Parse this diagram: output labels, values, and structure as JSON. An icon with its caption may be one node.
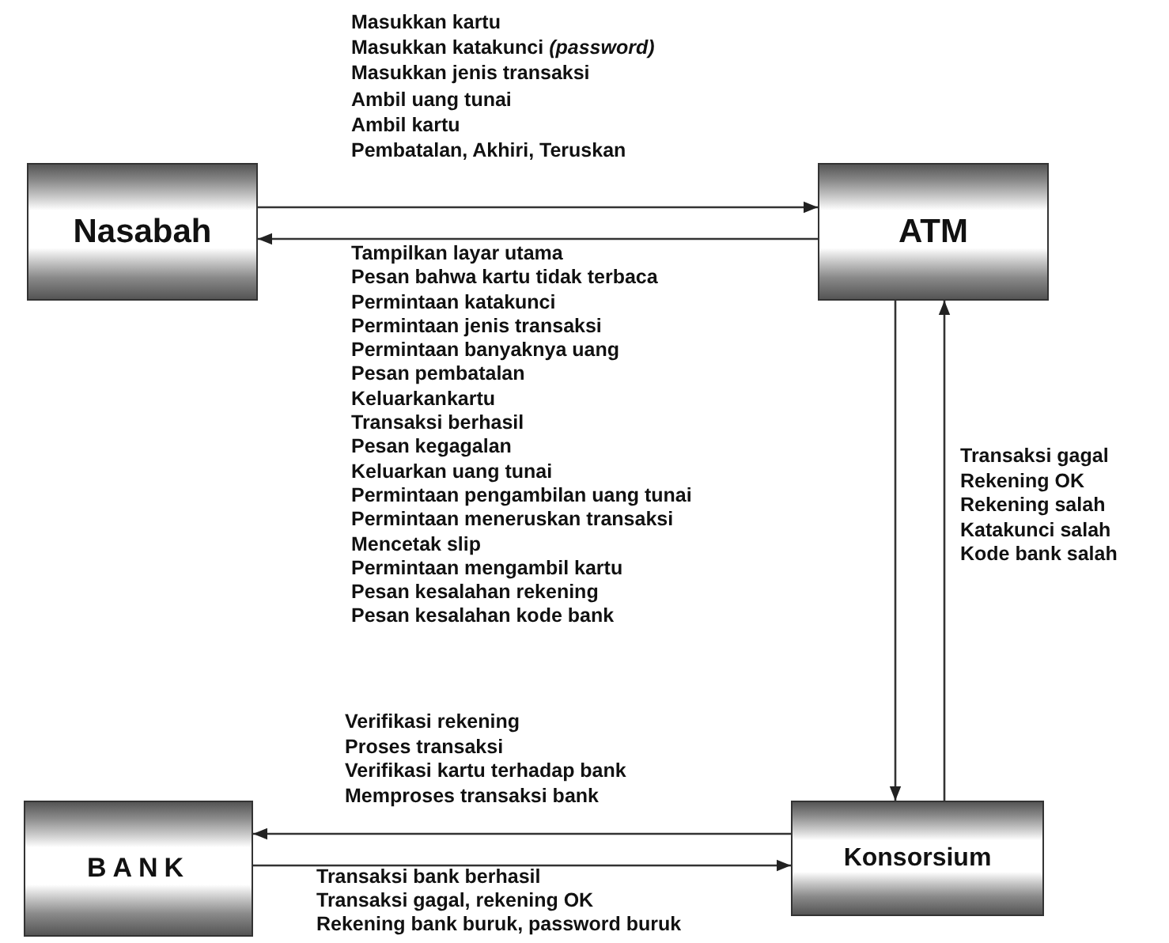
{
  "diagram": {
    "nodes": [
      {
        "text": [
          "Nasabah"
        ]
      },
      {
        "text": [
          "ATM"
        ]
      },
      {
        "text": [
          "BANK"
        ]
      },
      {
        "text": [
          "Konsorsium"
        ]
      }
    ],
    "edges": [
      {
        "from": 0,
        "to": 1,
        "arrow": "to",
        "label": [
          "Masukkan kartu",
          "Masukkan katakunci *(password)*",
          "Masukkan jenis transaksi",
          "Ambil uang tunai",
          "Ambil kartu",
          "Pembatalan, Akhiri, Teruskan"
        ]
      },
      {
        "from": 1,
        "to": 0,
        "arrow": "to",
        "label": [
          "Tampilkan layar utama",
          "Pesan bahwa kartu tidak terbaca",
          "Permintaan katakunci",
          "Permintaan jenis transaksi",
          "Permintaan banyaknya uang",
          "Pesan pembatalan",
          "Keluarkankartu",
          "Transaksi berhasil",
          "Pesan kegagalan",
          "Keluarkan uang tunai",
          "Permintaan pengambilan uang tunai",
          "Permintaan meneruskan transaksi",
          "Mencetak slip",
          "Permintaan mengambil kartu",
          "Pesan kesalahan rekening",
          "Pesan kesalahan kode bank"
        ]
      },
      {
        "from": 1,
        "to": 3,
        "arrow": "to"
      },
      {
        "from": 3,
        "to": 1,
        "arrow": "to",
        "label": [
          "Transaksi gagal",
          "Rekening OK",
          "Rekening salah",
          "Katakunci salah",
          "Kode bank salah"
        ]
      },
      {
        "from": 3,
        "to": 2,
        "arrow": "to",
        "label": [
          "Verifikasi rekening",
          "Proses transaksi",
          "Verifikasi kartu terhadap bank",
          "Memproses transaksi bank"
        ]
      },
      {
        "from": 2,
        "to": 3,
        "arrow": "to",
        "label": [
          "Transaksi bank berhasil",
          "Transaksi gagal, rekening OK",
          "Rekening bank buruk, password buruk"
        ]
      }
    ]
  }
}
